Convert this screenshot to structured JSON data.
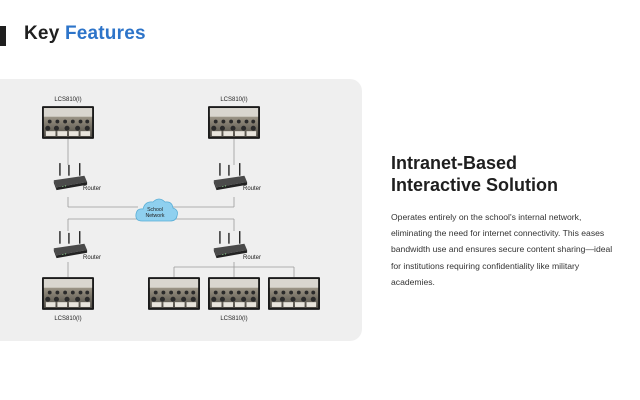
{
  "header": {
    "title_prefix": "Key ",
    "title_highlight": "Features"
  },
  "diagram": {
    "display_labels": {
      "top_left": "LCS810(I)",
      "top_right": "LCS810(I)",
      "bottom_left": "LCS810(I)",
      "bottom_right": "LCS810(I)"
    },
    "router_labels": {
      "top_left": "Router",
      "top_right": "Router",
      "bottom_left": "Router",
      "bottom_right": "Router"
    },
    "network_label_line1": "School",
    "network_label_line2": "Network",
    "colors": {
      "cloud": "#8fd0ef",
      "cloud_stroke": "#5aaed6",
      "line": "#9a9a9a",
      "router": "#3a3a3a"
    }
  },
  "content": {
    "heading_line1": "Intranet-Based",
    "heading_line2": "Interactive Solution",
    "description": "Operates entirely on the school's internal network, eliminating the need for internet connectivity. This eases bandwidth use and ensures secure content sharing—ideal for institutions requiring confidentiality like military academies."
  },
  "colors": {
    "accent": "#2d74c9",
    "title": "#1f1f1f",
    "card_bg": "#efefef"
  }
}
